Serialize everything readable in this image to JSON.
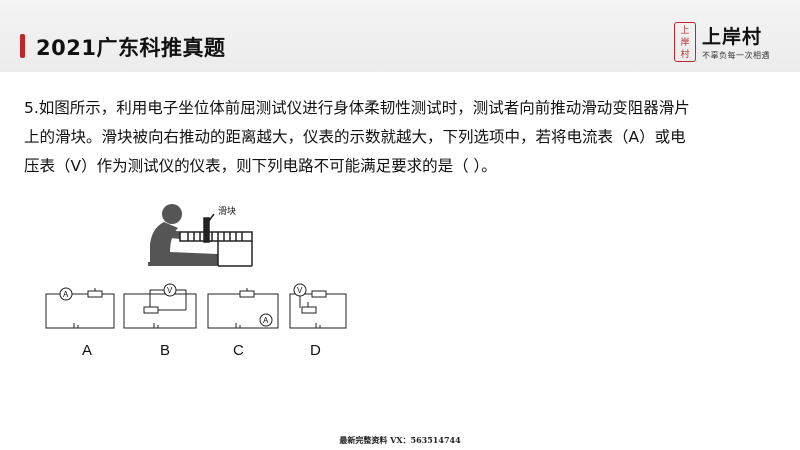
{
  "header": {
    "title": "2021广东科推真题",
    "accent_color": "#c0272d"
  },
  "logo": {
    "seal_text": "上岸村",
    "name": "上岸村",
    "slogan": "不辜负每一次相遇"
  },
  "question": {
    "line1": "5.如图所示，利用电子坐位体前屈测试仪进行身体柔韧性测试时，测试者向前推动滑动变阻器滑片",
    "line2": "上的滑块。滑块被向右推动的距离越大，仪表的示数就越大，下列选项中，若将电流表（A）或电",
    "line3": "压表（V）作为测试仪的仪表，则下列电路不可能满足要求的是（ ）。"
  },
  "figure": {
    "slider_label": "滑块",
    "meters": {
      "ammeter": "A",
      "voltmeter": "V"
    }
  },
  "options": [
    "A",
    "B",
    "C",
    "D"
  ],
  "footer": {
    "note": "最新完整资料 VX：563514744"
  }
}
